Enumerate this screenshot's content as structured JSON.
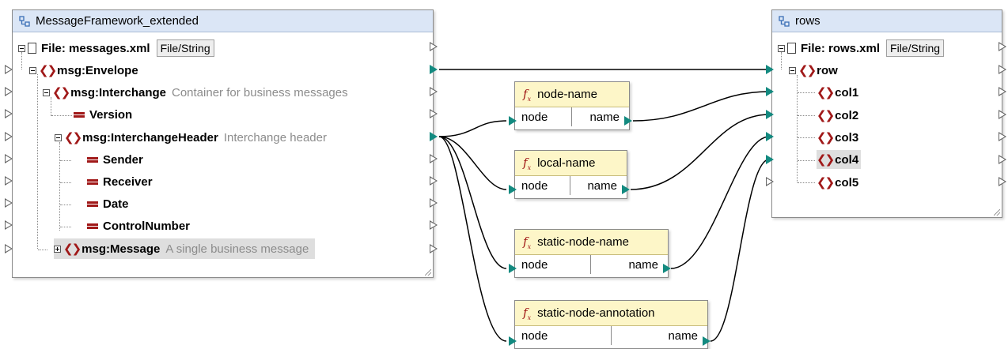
{
  "colors": {
    "header_bg": "#dbe6f6",
    "function_header_bg": "#fdf6c8",
    "connection": "#000000",
    "connected_port": "#138a80",
    "element_icon": "#a01818",
    "annotation_text": "#8c8c8c"
  },
  "source": {
    "title": "MessageFramework_extended",
    "file_label": "File: messages.xml",
    "file_button": "File/String",
    "items": [
      {
        "name": "msg:Envelope",
        "kind": "element"
      },
      {
        "name": "msg:Interchange",
        "kind": "element",
        "annotation": "Container for business messages"
      },
      {
        "name": "Version",
        "kind": "attribute"
      },
      {
        "name": "msg:InterchangeHeader",
        "kind": "element",
        "annotation": "Interchange header"
      },
      {
        "name": "Sender",
        "kind": "attribute"
      },
      {
        "name": "Receiver",
        "kind": "attribute"
      },
      {
        "name": "Date",
        "kind": "attribute"
      },
      {
        "name": "ControlNumber",
        "kind": "attribute"
      },
      {
        "name": "msg:Message",
        "kind": "element",
        "annotation": "A single business message"
      }
    ]
  },
  "target": {
    "title": "rows",
    "file_label": "File: rows.xml",
    "file_button": "File/String",
    "items": [
      {
        "name": "row"
      },
      {
        "name": "col1"
      },
      {
        "name": "col2"
      },
      {
        "name": "col3"
      },
      {
        "name": "col4"
      },
      {
        "name": "col5"
      }
    ]
  },
  "functions": [
    {
      "name": "node-name",
      "input": "node",
      "output": "name"
    },
    {
      "name": "local-name",
      "input": "node",
      "output": "name"
    },
    {
      "name": "static-node-name",
      "input": "node",
      "output": "name"
    },
    {
      "name": "static-node-annotation",
      "input": "node",
      "output": "name"
    }
  ]
}
